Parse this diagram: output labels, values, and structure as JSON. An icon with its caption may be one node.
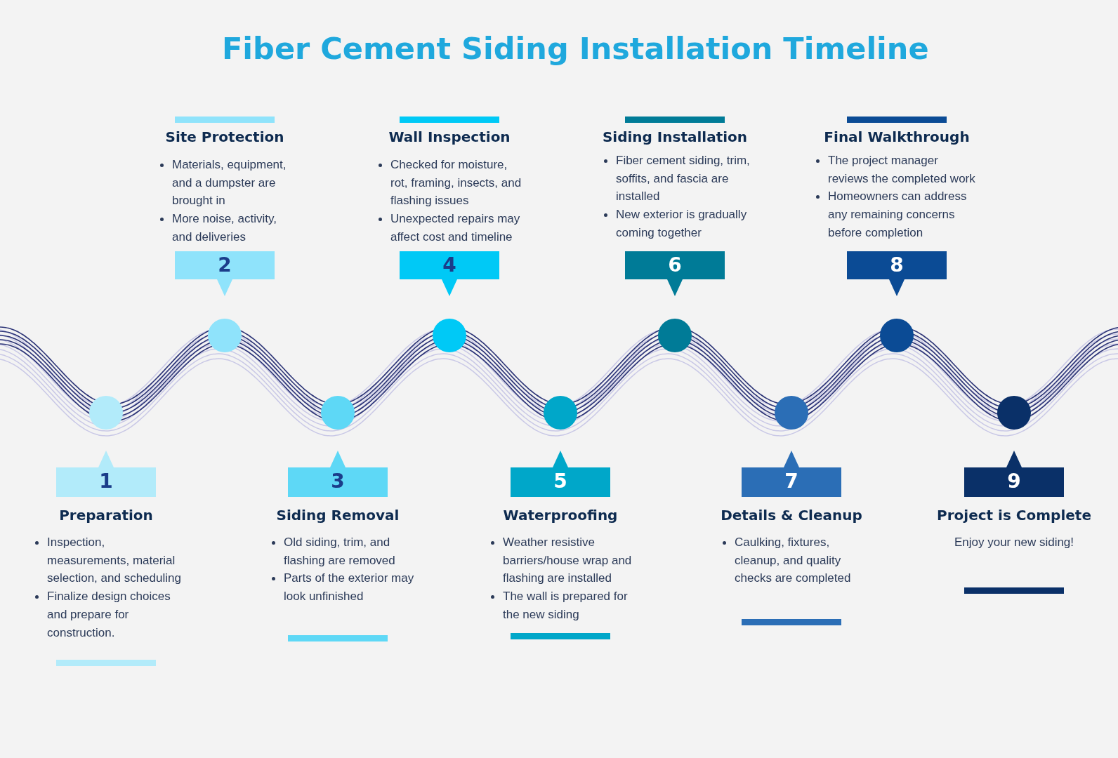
{
  "diagram": {
    "title": "Fiber Cement Siding Installation Timeline",
    "nodes": [
      {
        "text": [
          "1"
        ],
        "beside": [
          "Preparation",
          "Inspection, measurements, material selection, and scheduling",
          "Finalize design choices and prepare for construction."
        ]
      },
      {
        "text": [
          "2"
        ],
        "beside": [
          "Site Protection",
          "Materials, equipment, and a dumpster are brought in",
          "More noise, activity, and deliveries"
        ]
      },
      {
        "text": [
          "3"
        ],
        "beside": [
          "Siding Removal",
          "Old siding, trim, and flashing are removed",
          "Parts of the exterior may look unfinished"
        ]
      },
      {
        "text": [
          "4"
        ],
        "beside": [
          "Wall Inspection",
          "Checked for moisture, rot, framing, insects, and flashing issues",
          "Unexpected repairs may affect cost and timeline"
        ]
      },
      {
        "text": [
          "5"
        ],
        "beside": [
          "Waterproofing",
          "Weather resistive barriers/house wrap and flashing are installed",
          "The wall is prepared for the new siding"
        ]
      },
      {
        "text": [
          "6"
        ],
        "beside": [
          "Siding Installation",
          "Fiber cement siding, trim, soffits, and fascia are installed",
          "New exterior is gradually coming together"
        ]
      },
      {
        "text": [
          "7"
        ],
        "beside": [
          "Details & Cleanup",
          "Caulking, fixtures, cleanup, and quality checks are completed"
        ]
      },
      {
        "text": [
          "8"
        ],
        "beside": [
          "Final Walkthrough",
          "The project manager reviews the completed work",
          "Homeowners can address any remaining concerns before completion"
        ]
      },
      {
        "text": [
          "9"
        ],
        "beside": [
          "Project is Complete",
          "Enjoy your new siding!"
        ]
      },
      {
        "text": [],
        "shape": "circle"
      },
      {
        "text": [],
        "shape": "circle"
      },
      {
        "text": [],
        "shape": "circle"
      },
      {
        "text": [],
        "shape": "circle"
      },
      {
        "text": [],
        "shape": "circle"
      },
      {
        "text": [],
        "shape": "circle"
      },
      {
        "text": [],
        "shape": "circle"
      },
      {
        "text": [],
        "shape": "circle"
      },
      {
        "text": [],
        "shape": "circle"
      }
    ]
  }
}
